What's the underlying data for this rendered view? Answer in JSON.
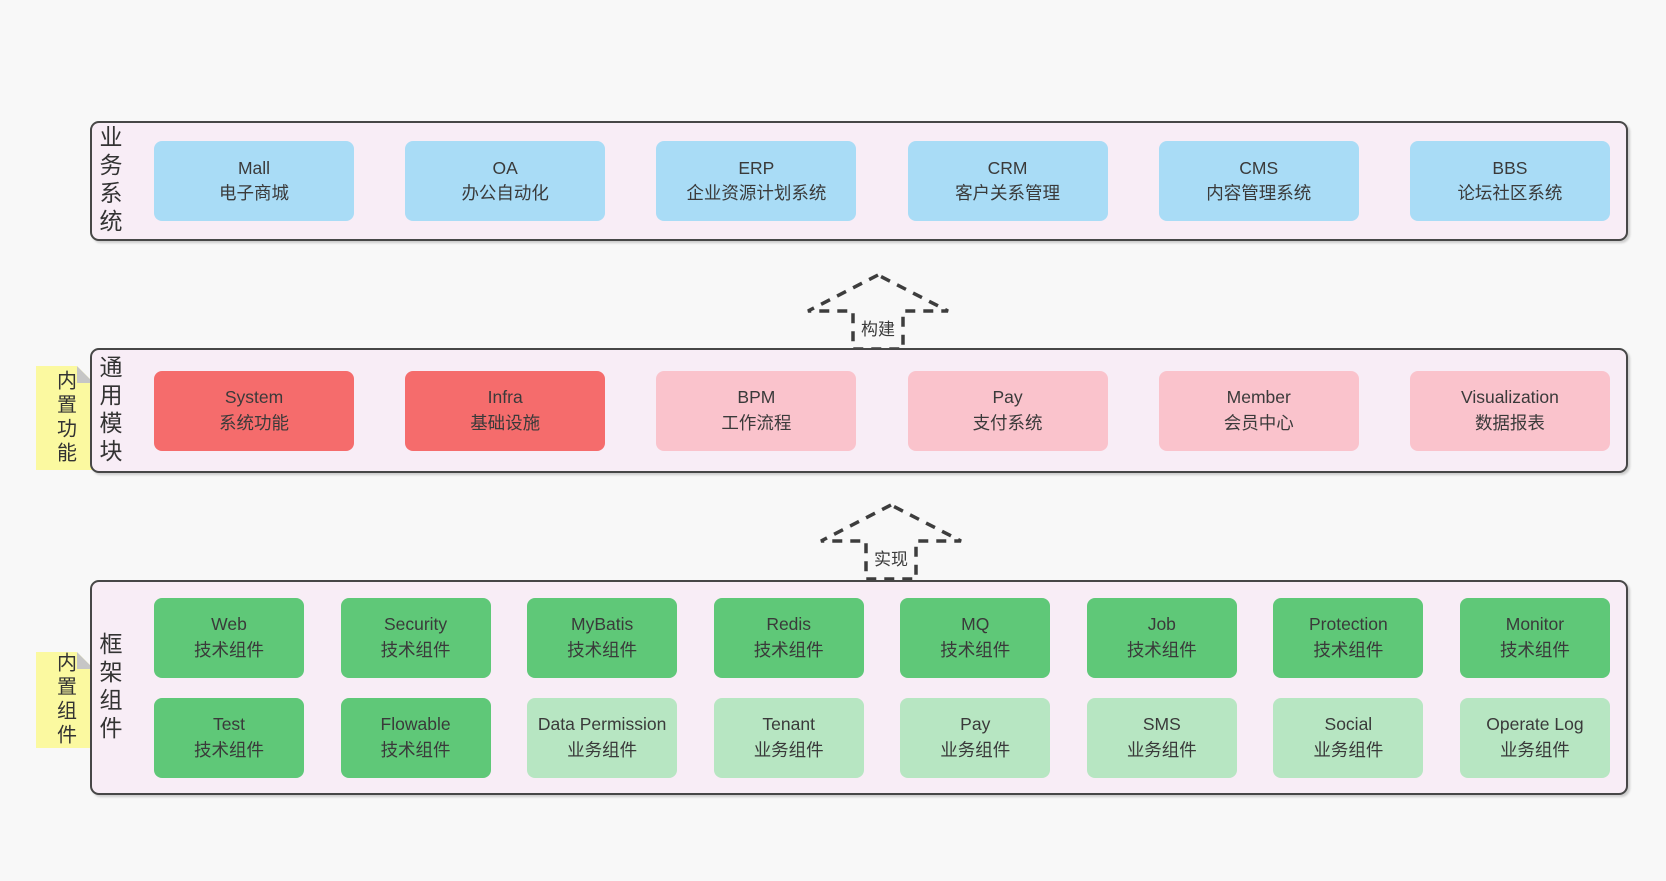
{
  "colors": {
    "page_bg": "#f8f8f8",
    "band_bg": "#f8edf6",
    "band_border": "#474747",
    "box_blue": "#a9dcf6",
    "box_red": "#f56c6c",
    "box_pink": "#fac3cc",
    "box_green": "#5fc878",
    "box_light_green": "#b7e6c2",
    "note_yellow": "#fbf9a0",
    "text": "#3a3a3a"
  },
  "arrows": [
    {
      "label": "构建"
    },
    {
      "label": "实现"
    }
  ],
  "bands": [
    {
      "label": "业务系统",
      "boxes": [
        {
          "title": "Mall",
          "subtitle": "电子商城"
        },
        {
          "title": "OA",
          "subtitle": "办公自动化"
        },
        {
          "title": "ERP",
          "subtitle": "企业资源计划系统"
        },
        {
          "title": "CRM",
          "subtitle": "客户关系管理"
        },
        {
          "title": "CMS",
          "subtitle": "内容管理系统"
        },
        {
          "title": "BBS",
          "subtitle": "论坛社区系统"
        }
      ]
    },
    {
      "label": "通用模块",
      "note": "内置功能",
      "boxes": [
        {
          "title": "System",
          "subtitle": "系统功能"
        },
        {
          "title": "Infra",
          "subtitle": "基础设施"
        },
        {
          "title": "BPM",
          "subtitle": "工作流程"
        },
        {
          "title": "Pay",
          "subtitle": "支付系统"
        },
        {
          "title": "Member",
          "subtitle": "会员中心"
        },
        {
          "title": "Visualization",
          "subtitle": "数据报表"
        }
      ]
    },
    {
      "label": "框架组件",
      "note": "内置组件",
      "rows": [
        [
          {
            "title": "Web",
            "subtitle": "技术组件"
          },
          {
            "title": "Security",
            "subtitle": "技术组件"
          },
          {
            "title": "MyBatis",
            "subtitle": "技术组件"
          },
          {
            "title": "Redis",
            "subtitle": "技术组件"
          },
          {
            "title": "MQ",
            "subtitle": "技术组件"
          },
          {
            "title": "Job",
            "subtitle": "技术组件"
          },
          {
            "title": "Protection",
            "subtitle": "技术组件"
          },
          {
            "title": "Monitor",
            "subtitle": "技术组件"
          }
        ],
        [
          {
            "title": "Test",
            "subtitle": "技术组件"
          },
          {
            "title": "Flowable",
            "subtitle": "技术组件"
          },
          {
            "title": "Data Permission",
            "subtitle": "业务组件"
          },
          {
            "title": "Tenant",
            "subtitle": "业务组件"
          },
          {
            "title": "Pay",
            "subtitle": "业务组件"
          },
          {
            "title": "SMS",
            "subtitle": "业务组件"
          },
          {
            "title": "Social",
            "subtitle": "业务组件"
          },
          {
            "title": "Operate Log",
            "subtitle": "业务组件"
          }
        ]
      ]
    }
  ]
}
